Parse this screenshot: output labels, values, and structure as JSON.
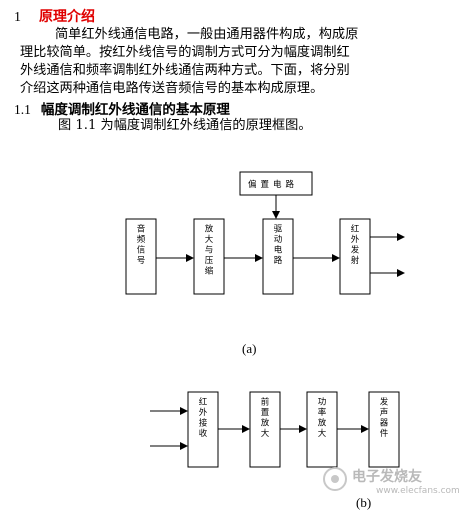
{
  "section": {
    "number": "1",
    "title": "原理介绍"
  },
  "intro": [
    "简单红外线通信电路，一般由通用器件构成，构成原",
    "理比较简单。按红外线信号的调制方式可分为幅度调制红",
    "外线通信和频率调制红外线通信两种方式。下面，将分别",
    "介绍这两种通信电路传送音频信号的基本构成原理。"
  ],
  "subsection": {
    "number": "1.1",
    "title": "幅度调制红外线通信的基本原理"
  },
  "figure_ref": "图 1.1 为幅度调制红外线通信的原理框图。",
  "diagram_a": {
    "blocks": {
      "audio": "音频信号",
      "amp": "放大与压缩",
      "bias": "偏置电路",
      "driver": "驱动电路",
      "ir_tx": "红外发射"
    },
    "caption": "(a)"
  },
  "diagram_b": {
    "blocks": {
      "ir_rx": "红外接收",
      "preamp": "前置放大",
      "power_amp": "功率放大",
      "speaker": "发声器件"
    },
    "caption": "(b)"
  },
  "watermark": {
    "cn": "电子发烧友",
    "url": "www.elecfans.com"
  }
}
